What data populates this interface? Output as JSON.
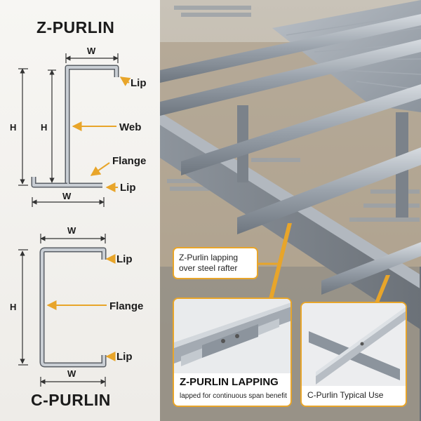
{
  "z_purlin": {
    "title": "Z-PURLIN",
    "labels": {
      "width_top": "W",
      "height_outer": "H",
      "height_inner": "H",
      "width_bottom": "W",
      "lip_top": "Lip",
      "web": "Web",
      "flange": "Flange",
      "lip_bottom": "Lip"
    }
  },
  "c_purlin": {
    "title": "C-PURLIN",
    "labels": {
      "width_top": "W",
      "height": "H",
      "width_bottom": "W",
      "lip_top": "Lip",
      "flange": "Flange",
      "lip_bottom": "Lip"
    }
  },
  "photo": {
    "callout_lapping": "Z-Purlin lapping over steel rafter",
    "inset_lapping": {
      "title": "Z-PURLIN LAPPING",
      "subtitle": "lapped for continuous span benefit"
    },
    "inset_c": {
      "caption": "C-Purlin Typical Use"
    }
  },
  "colors": {
    "accent": "#e8a52a",
    "steel": "#a9b0b8",
    "dimension_line": "#333333",
    "text": "#1b1b1b"
  }
}
